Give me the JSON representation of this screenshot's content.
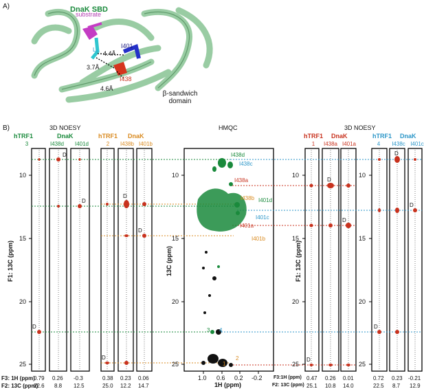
{
  "panelA": {
    "label": "A)",
    "title": "DnaK SBD",
    "substrate": "substrate",
    "lo": "L₀",
    "i401": "I401",
    "i438": "I438",
    "d1": "4.4Å",
    "d2": "3.7Å",
    "d3": "4.6Å",
    "domain1": "β-sandwich",
    "domain2": "domain"
  },
  "panelB": {
    "label": "B)",
    "noesy_left_title": "3D NOESY",
    "noesy_right_title": "3D NOESY",
    "hmqc_title": "HMQC",
    "y_axis_label": "F1: 13C (ppm)",
    "hmqc_y_label": "13C (ppm)",
    "hmqc_x_label": "1H (ppm)",
    "f3_label": "F3: 1H (ppm)",
    "f2_label": "F2: 13C (ppm)",
    "f3_label_r": "F3:1H (ppm)",
    "f2_label_r": "F2: 13C (ppm)",
    "y_ticks": [
      "10",
      "15",
      "20",
      "25"
    ],
    "hmqc_y_ticks": [
      "10",
      "15",
      "20",
      "25"
    ],
    "hmqc_x_ticks": [
      "1.0",
      "0.6",
      "0.2",
      "-0.2"
    ]
  },
  "groups": {
    "g1": {
      "h1": "hTRF1",
      "h2": "DnaK",
      "cols": [
        "3",
        "I438d",
        "I401d"
      ],
      "f3": [
        "0.79",
        "0.26",
        "-0.3"
      ],
      "f2": [
        "22.6",
        "8.8",
        "12.5"
      ]
    },
    "g2": {
      "h1": "hTRF1",
      "h2": "DnaK",
      "cols": [
        "2",
        "I438b",
        "I401b"
      ],
      "f3": [
        "0.38",
        "0.23",
        "0.06"
      ],
      "f2": [
        "25.0",
        "12.2",
        "14.7"
      ]
    },
    "g3": {
      "h1": "hTRF1",
      "h2": "DnaK",
      "cols": [
        "1",
        "I438a",
        "I401a"
      ],
      "f3": [
        "0.47",
        "0.26",
        "0.01"
      ],
      "f2": [
        "25.1",
        "10.8",
        "14.0"
      ]
    },
    "g4": {
      "h1": "hTRF1",
      "h2": "DnaK",
      "cols": [
        "4",
        "I438c",
        "I401c"
      ],
      "f3": [
        "0.72",
        "0.23",
        "-0.21"
      ],
      "f2": [
        "22.5",
        "8.7",
        "12.9"
      ]
    }
  },
  "hmqc_labels": {
    "i438d": "I438d",
    "i438c": "I438c",
    "i438a": "I438a",
    "i438b": "I438b",
    "i401d": "I401d",
    "i401c": "I401c",
    "i401a": "I401a",
    "i401b": "I401b",
    "n1": "1",
    "n2": "2",
    "n3": "3",
    "n4": "4"
  },
  "diag_mark": "D",
  "colors": {
    "green": "#1a8a3c",
    "orange": "#d98a1f",
    "red": "#c8321e",
    "blue": "#2b96c8"
  }
}
